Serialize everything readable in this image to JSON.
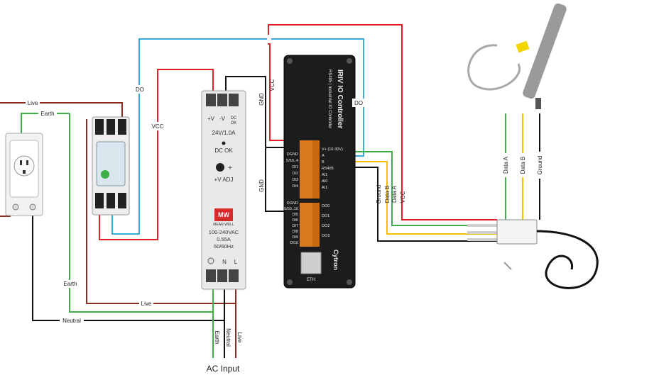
{
  "wire_labels": {
    "live_top": "Live",
    "earth_top": "Earth",
    "do_left": "DO",
    "vcc_left": "VCC",
    "gnd_upper": "GND",
    "gnd_lower": "GND",
    "vcc_mid": "VCC",
    "do_right": "DO",
    "ground_right": "Ground",
    "data_b_right": "Data B",
    "data_a_right": "Data A",
    "vcc_right": "VCC",
    "sensor_data_a": "Data A",
    "sensor_data_b": "Data B",
    "sensor_ground": "Ground",
    "earth_left": "Earth",
    "live_bottom": "Live",
    "neutral_bottom": "Neutral",
    "input_earth": "Earth",
    "input_neutral": "Neutral",
    "input_live": "Live"
  },
  "caption": "AC Input",
  "psu": {
    "plus_v": "+V",
    "minus_v": "-V",
    "dc_ok_term": "DC",
    "dc_ok_term2": "OK",
    "rating": "24V/1.0A",
    "dc_ok": "DC OK",
    "plus_sign": "+",
    "v_adj": "+V ADJ",
    "brand": "MW",
    "brand_sub": "MEAN WELL",
    "input_rating_1": "100-240VAC",
    "input_rating_2": "0.55A",
    "input_rating_3": "50/60Hz",
    "term_n": "N",
    "term_l": "L"
  },
  "controller": {
    "title": "IRIV IO Controller",
    "subtitle": "RS485 | Industrial IO Controller",
    "brand": "Cytron",
    "port_label": "ETH",
    "pins_left": [
      "DGND",
      "5/50..4",
      "DI1",
      "DI2",
      "DI3",
      "DI4"
    ],
    "pins_left_lower": [
      "DGND",
      "5/50..10",
      "DI5",
      "DI6",
      "DI7",
      "DI8",
      "DI9",
      "DI10"
    ],
    "pins_right": [
      "V+ (10-30V)",
      "A",
      "B",
      "RS485",
      "AI1",
      "AI0",
      "AI1"
    ],
    "pins_right_lower": [
      "DO0",
      "DO1",
      "DO2",
      "DO3"
    ]
  },
  "colors": {
    "red": "#e0232a",
    "brown": "#8b2b22",
    "blue": "#3aa9d6",
    "black": "#111111",
    "green": "#3fae49",
    "yellow": "#f2c100",
    "grey": "#8a8a8a"
  }
}
